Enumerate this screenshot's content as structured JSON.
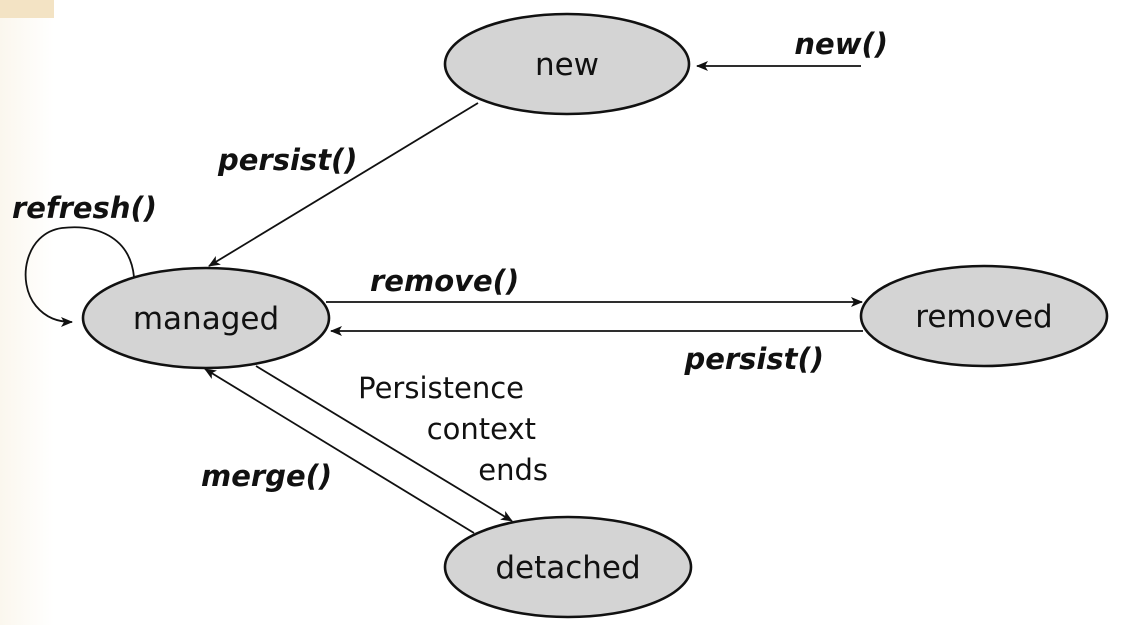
{
  "states": {
    "new": "new",
    "managed": "managed",
    "removed": "removed",
    "detached": "detached"
  },
  "transitions": {
    "new_call": "new()",
    "persist_from_new": "persist()",
    "refresh": "refresh()",
    "remove": "remove()",
    "persist_from_removed": "persist()",
    "merge": "merge()",
    "context_ends": [
      "Persistence",
      "context",
      "ends"
    ]
  },
  "colors": {
    "state_fill": "#d4d4d4",
    "stroke": "#111111",
    "corner_texture": "#f3e3c4"
  }
}
